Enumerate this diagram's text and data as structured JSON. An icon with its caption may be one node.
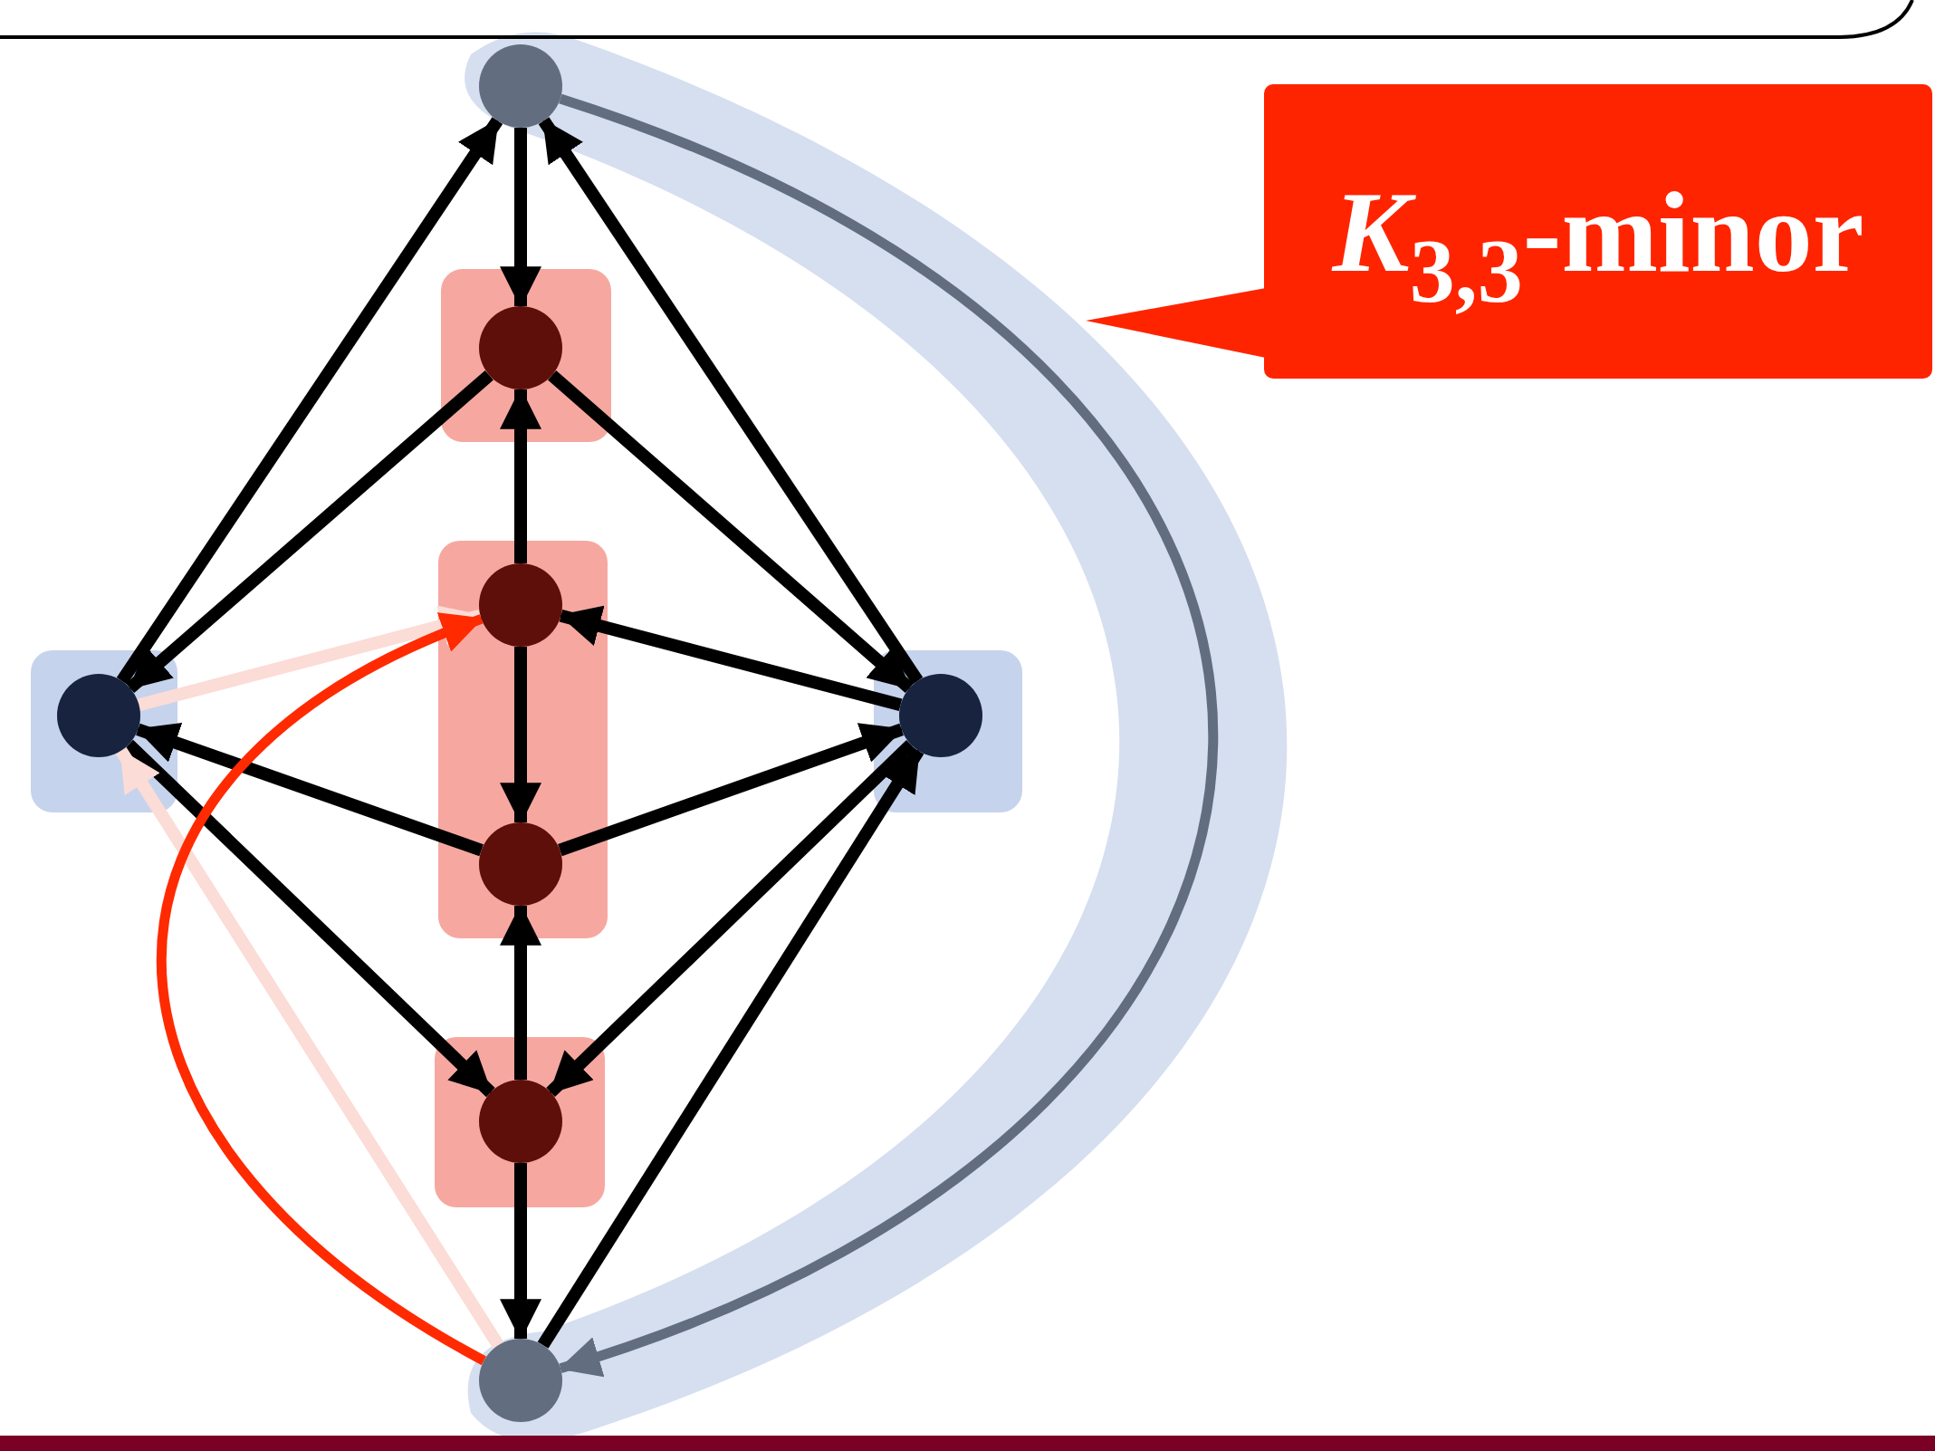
{
  "diagram": {
    "nodes": [
      {
        "text": [],
        "shape": "circle"
      },
      {
        "text": [
          "*K*$_{3,3}$-minor"
        ]
      },
      {
        "text": [],
        "shape": "box"
      },
      {
        "text": [],
        "shape": "circle",
        "in": 2
      },
      {
        "text": [],
        "shape": "box"
      },
      {
        "text": [],
        "shape": "circle",
        "in": 4
      },
      {
        "text": [],
        "shape": "box"
      },
      {
        "text": [],
        "shape": "circle",
        "in": 6
      },
      {
        "text": [],
        "shape": "circle",
        "in": 6
      },
      {
        "text": [],
        "shape": "box"
      },
      {
        "text": [],
        "shape": "circle",
        "in": 9
      },
      {
        "text": [],
        "shape": "box"
      },
      {
        "text": [],
        "shape": "circle",
        "in": 11
      },
      {
        "text": [],
        "shape": "circle"
      }
    ],
    "edges": [
      {
        "from": 0,
        "to": 3,
        "arrow": "to"
      },
      {
        "from": 5,
        "to": 0,
        "arrow": "to"
      },
      {
        "from": 10,
        "to": 0,
        "arrow": "to"
      },
      {
        "from": 3,
        "to": 5,
        "arrow": "to"
      },
      {
        "from": 3,
        "to": 10,
        "arrow": "to"
      },
      {
        "from": 7,
        "to": 3,
        "arrow": "to"
      },
      {
        "from": 7,
        "to": 8,
        "arrow": "to"
      },
      {
        "from": 10,
        "to": 7,
        "arrow": "to"
      },
      {
        "from": 8,
        "to": 5,
        "arrow": "to"
      },
      {
        "from": 8,
        "to": 10,
        "arrow": "to"
      },
      {
        "from": 12,
        "to": 8,
        "arrow": "to"
      },
      {
        "from": 5,
        "to": 12,
        "arrow": "to"
      },
      {
        "from": 10,
        "to": 12,
        "arrow": "to"
      },
      {
        "from": 12,
        "to": 13,
        "arrow": "to"
      },
      {
        "from": 13,
        "to": 10,
        "arrow": "to"
      },
      {
        "from": 13,
        "to": 5,
        "arrow": "to",
        "color": "#fcdcd6"
      },
      {
        "from": 5,
        "to": 7,
        "arrow": "to",
        "color": "#fcdcd6"
      },
      {
        "from": 13,
        "to": 7,
        "arrow": "to",
        "color": "#ff2a00"
      },
      {
        "from": 0,
        "to": 13,
        "arrow": "to",
        "color": "#626d80"
      }
    ]
  }
}
